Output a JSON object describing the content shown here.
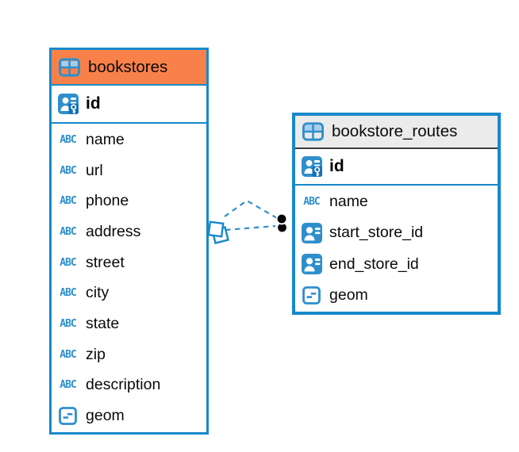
{
  "diagram": {
    "kind": "entity-relationship-diagram",
    "background": "#ffffff"
  },
  "colors": {
    "table_border": "#1789ca",
    "icon_blue": "#2e8fcc",
    "icon_cell_light_blue": "#a6cdea",
    "key_chip_blue": "#1272b8",
    "header_highlight_orange": "#f8814a",
    "header_default_gray": "#ebebeb",
    "header_divider_dark": "#3d3d3d",
    "relation_line_blue": "#2f90cd",
    "marker_dot_black": "#050505",
    "text_black": "#0a0a0a"
  },
  "icons": {
    "text_type_label": "ABC"
  },
  "tables": [
    {
      "name": "bookstores",
      "primary_key": {
        "name": "id"
      },
      "columns": [
        {
          "name": "name",
          "type": "text"
        },
        {
          "name": "url",
          "type": "text"
        },
        {
          "name": "phone",
          "type": "text"
        },
        {
          "name": "address",
          "type": "text"
        },
        {
          "name": "street",
          "type": "text"
        },
        {
          "name": "city",
          "type": "text"
        },
        {
          "name": "state",
          "type": "text"
        },
        {
          "name": "zip",
          "type": "text"
        },
        {
          "name": "description",
          "type": "text"
        },
        {
          "name": "geom",
          "type": "geometry"
        }
      ]
    },
    {
      "name": "bookstore_routes",
      "primary_key": {
        "name": "id"
      },
      "columns": [
        {
          "name": "name",
          "type": "text"
        },
        {
          "name": "start_store_id",
          "type": "reference"
        },
        {
          "name": "end_store_id",
          "type": "reference"
        },
        {
          "name": "geom",
          "type": "geometry"
        }
      ]
    }
  ],
  "relations": [
    {
      "from": "bookstores",
      "to": "bookstore_routes",
      "style": "dashed",
      "source_marker": "diamond",
      "target_marker": "dot"
    },
    {
      "from": "bookstores",
      "to": "bookstore_routes",
      "style": "dashed",
      "source_marker": "diamond",
      "target_marker": "dot"
    }
  ]
}
